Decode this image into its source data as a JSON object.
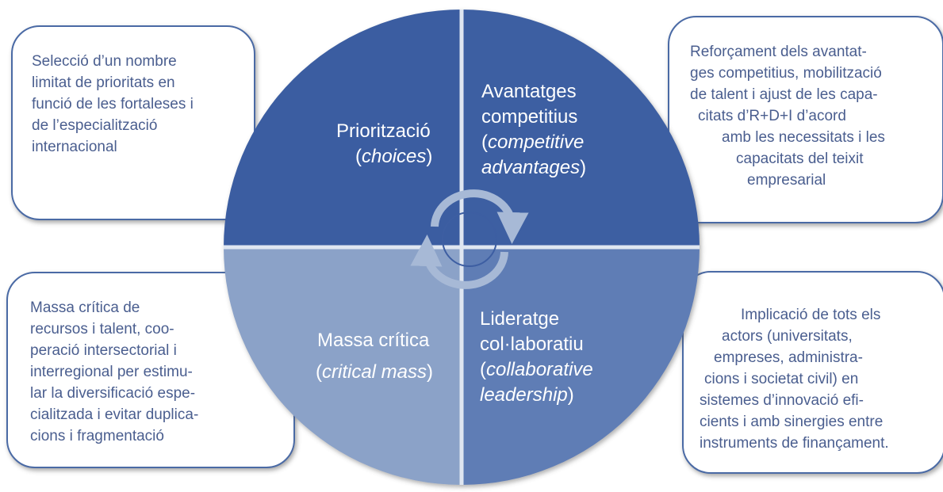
{
  "colors": {
    "quadrant_top_left": "#3b5da1",
    "quadrant_top_right": "#3d5ea2",
    "quadrant_bottom_left": "#8ba2c8",
    "quadrant_bottom_right": "#5f7db5",
    "box_border": "#4a6aa5",
    "box_text": "#4a5e8f",
    "cycle_arrows": "#a7b9d6"
  },
  "quadrants": {
    "top_left": {
      "title": "Priorització",
      "subtitle_open": "(",
      "subtitle": "choices",
      "subtitle_close": ")"
    },
    "top_right": {
      "title_1": "Avantatges",
      "title_2": "competitius",
      "subtitle_open": "(",
      "subtitle_1": "competitive",
      "subtitle_2": "advantages",
      "subtitle_close": ")"
    },
    "bottom_left": {
      "title": "Massa crítica",
      "subtitle_open": "(",
      "subtitle": "critical mass",
      "subtitle_close": ")"
    },
    "bottom_right": {
      "title_1": "Lideratge",
      "title_2": "col·laboratiu",
      "subtitle_open": "(",
      "subtitle_1": "collaborative",
      "subtitle_2": "leadership",
      "subtitle_close": ")"
    }
  },
  "boxes": {
    "top_left": [
      "Selecció d’un nombre",
      "limitat de prioritats en",
      "funció de les fortaleses i",
      "de l’especialització",
      "internacional"
    ],
    "top_right": [
      "Reforçament dels  avantat-",
      "ges competitius, mobilització",
      "de talent i ajust de les capa-",
      "citats d’R+D+I d’acord",
      "amb les necessitats i les",
      "capacitats del teixit",
      "empresarial"
    ],
    "bottom_left": [
      "Massa crítica de",
      "recursos i talent, coo-",
      "peració intersectorial i",
      "interregional per estimu-",
      "lar la diversificació espe-",
      "cialitzada i evitar duplica-",
      "cions i fragmentació"
    ],
    "bottom_right": [
      "Implicació de tots els",
      "actors (universitats,",
      "empreses, administra-",
      "cions i societat civil) en",
      "sistemes d’innovació efi-",
      "cients i amb sinergies entre",
      "instruments de finançament."
    ]
  }
}
